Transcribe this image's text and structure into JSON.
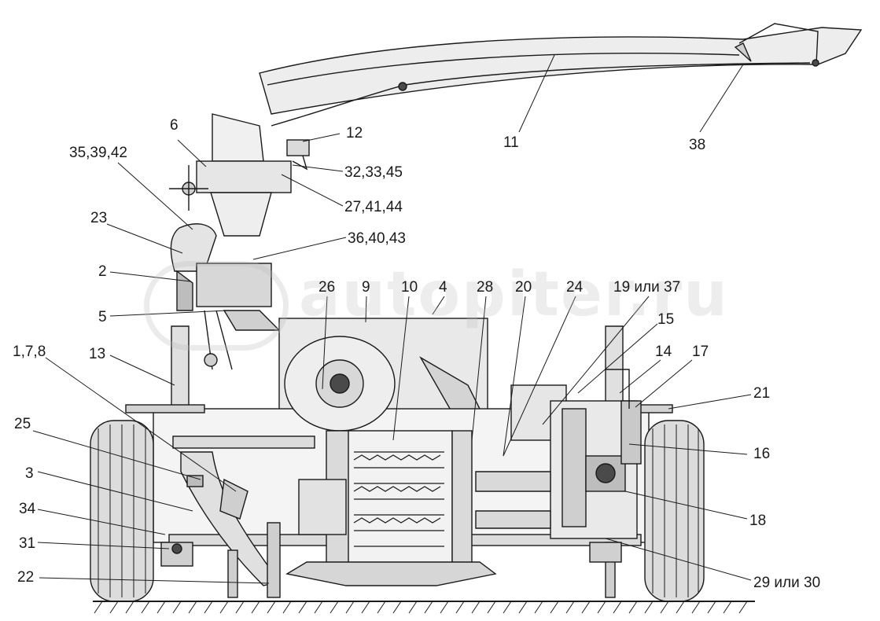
{
  "callouts": {
    "c11": "11",
    "c38": "38",
    "c6": "6",
    "c12": "12",
    "c35_39_42": "35,39,42",
    "c32_33_45": "32,33,45",
    "c27_41_44": "27,41,44",
    "c23": "23",
    "c36_40_43": "36,40,43",
    "c2": "2",
    "c26": "26",
    "c9": "9",
    "c10": "10",
    "c4": "4",
    "c28": "28",
    "c20": "20",
    "c24": "24",
    "c19_37": "19 или 37",
    "c5": "5",
    "c15": "15",
    "c1_7_8": "1,7,8",
    "c13": "13",
    "c14": "14",
    "c17": "17",
    "c21": "21",
    "c25": "25",
    "c16": "16",
    "c3": "3",
    "c34": "34",
    "c18": "18",
    "c31": "31",
    "c22": "22",
    "c29_30": "29 или 30"
  },
  "watermark": {
    "text": "autopiter.ru"
  },
  "colors": {
    "line": "#1a1a1a",
    "fill_light": "#e9e9e9",
    "fill_mid": "#cfcfcf",
    "fill_dark": "#4a4a4a",
    "background": "#ffffff"
  }
}
